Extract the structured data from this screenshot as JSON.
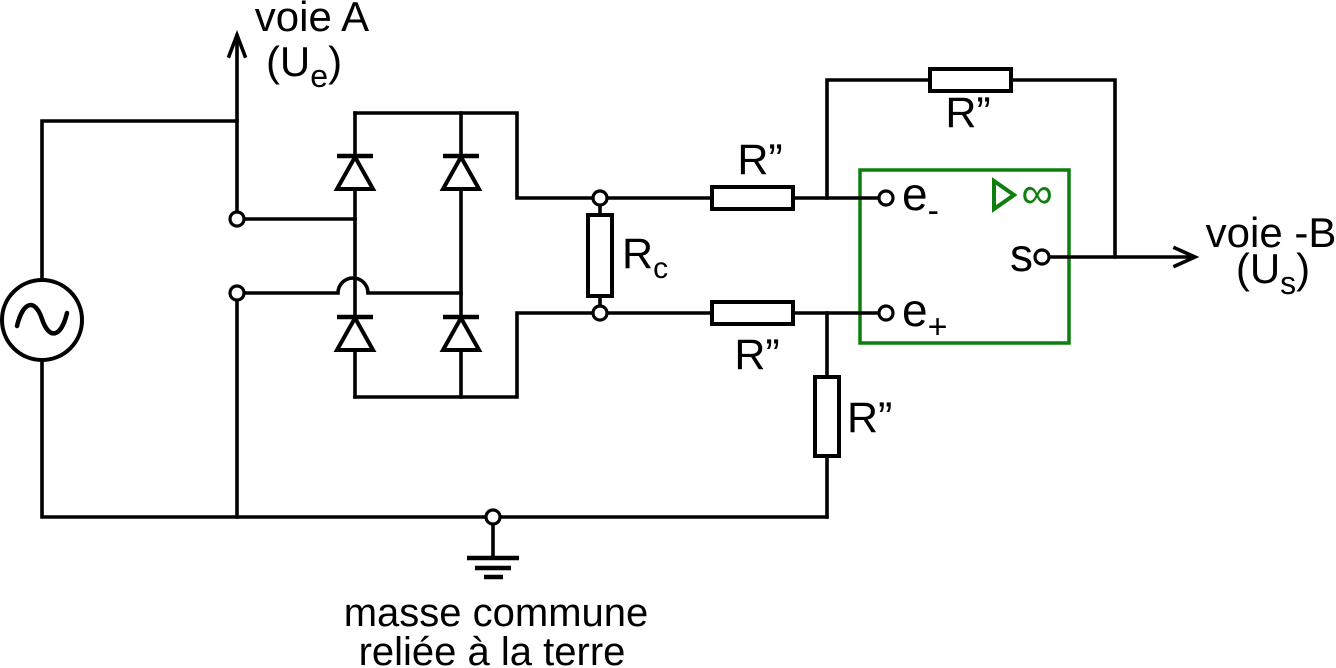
{
  "colors": {
    "background": "#ffffff",
    "wire": "#000000",
    "amplifier_green": "#0e7e0e"
  },
  "source_channel": {
    "name": "voie A",
    "u_open": "(U",
    "u_sub": "e",
    "u_close": ")"
  },
  "output_channel": {
    "name": "voie -B",
    "u_open": "(U",
    "u_sub": "s",
    "u_close": ")"
  },
  "ground_caption": {
    "line1": "masse commune",
    "line2": "reliée à la terre"
  },
  "resistors": {
    "feedback": "R”",
    "inverting_input": "R”",
    "noninverting_input": "R”",
    "ground_leg": "R”",
    "load_main": "R",
    "load_sub": "c"
  },
  "amplifier": {
    "inverting_main": "e",
    "inverting_sub": "-",
    "noninverting_main": "e",
    "noninverting_sub": "+",
    "output_terminal": "s",
    "gain": "∞"
  },
  "icons": {
    "ac_source_icon": "∿",
    "earth_ground_icon": "⏚",
    "gain_triangle_icon": "▷",
    "channel_a_arrow_icon": "↑",
    "output_arrow_icon": "→"
  }
}
